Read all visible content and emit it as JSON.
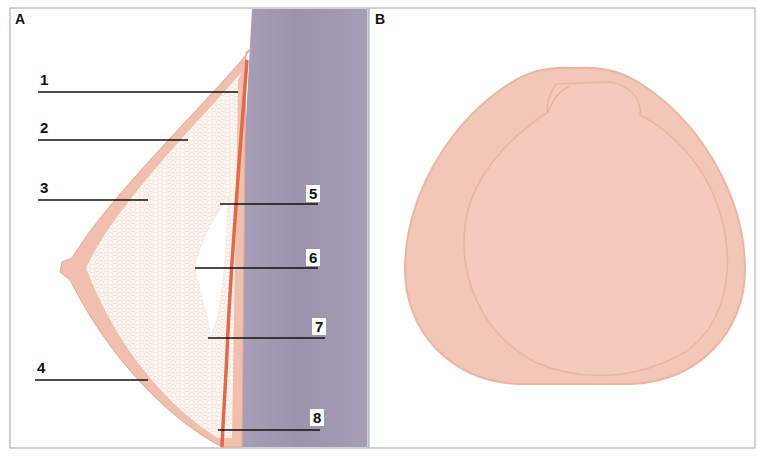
{
  "diagram": {
    "labels": [
      "A",
      "B",
      "1",
      "2",
      "3",
      "4",
      "5",
      "6",
      "7",
      "8"
    ]
  }
}
